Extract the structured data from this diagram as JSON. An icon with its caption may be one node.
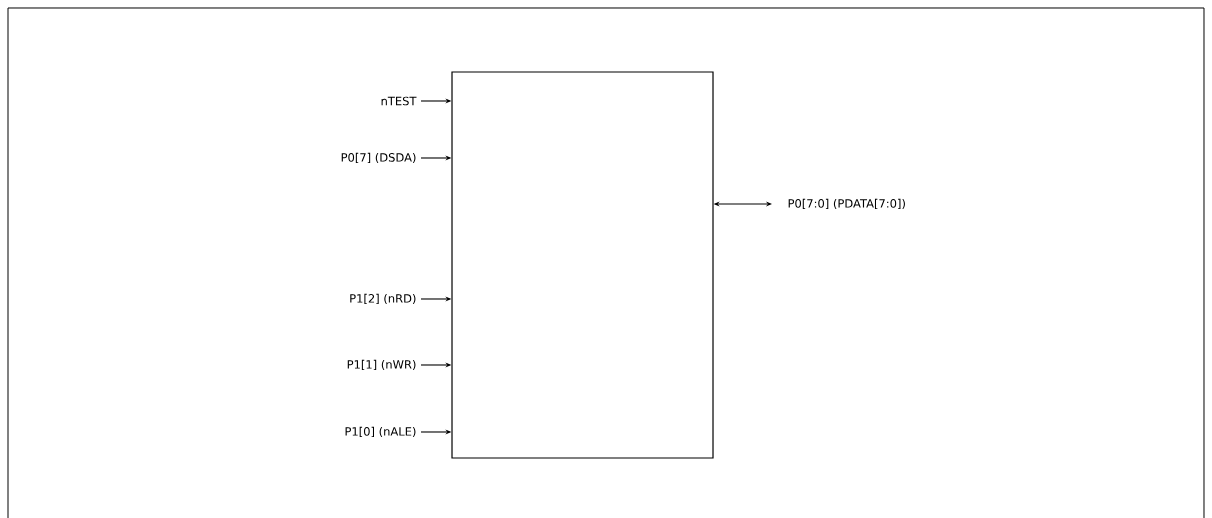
{
  "diagram": {
    "nodes": [
      {
        "text": [],
        "shape": "box"
      },
      {
        "text": [
          "nTEST"
        ]
      },
      {
        "text": [
          "P0[7] (DSDA)"
        ]
      },
      {
        "text": [
          "P1[2] (nRD)"
        ]
      },
      {
        "text": [
          "P1[1] (nWR)"
        ]
      },
      {
        "text": [
          "P1[0] (nALE)"
        ]
      },
      {
        "text": [
          "P0[7:0] (PDATA[7:0])"
        ]
      }
    ],
    "edges": [
      {
        "from": 1,
        "to": 0,
        "arrow": "to"
      },
      {
        "from": 2,
        "to": 0,
        "arrow": "to"
      },
      {
        "from": 3,
        "to": 0,
        "arrow": "to"
      },
      {
        "from": 4,
        "to": 0,
        "arrow": "to"
      },
      {
        "from": 5,
        "to": 0,
        "arrow": "to"
      },
      {
        "from": 0,
        "to": 6,
        "arrow": "both"
      }
    ]
  }
}
